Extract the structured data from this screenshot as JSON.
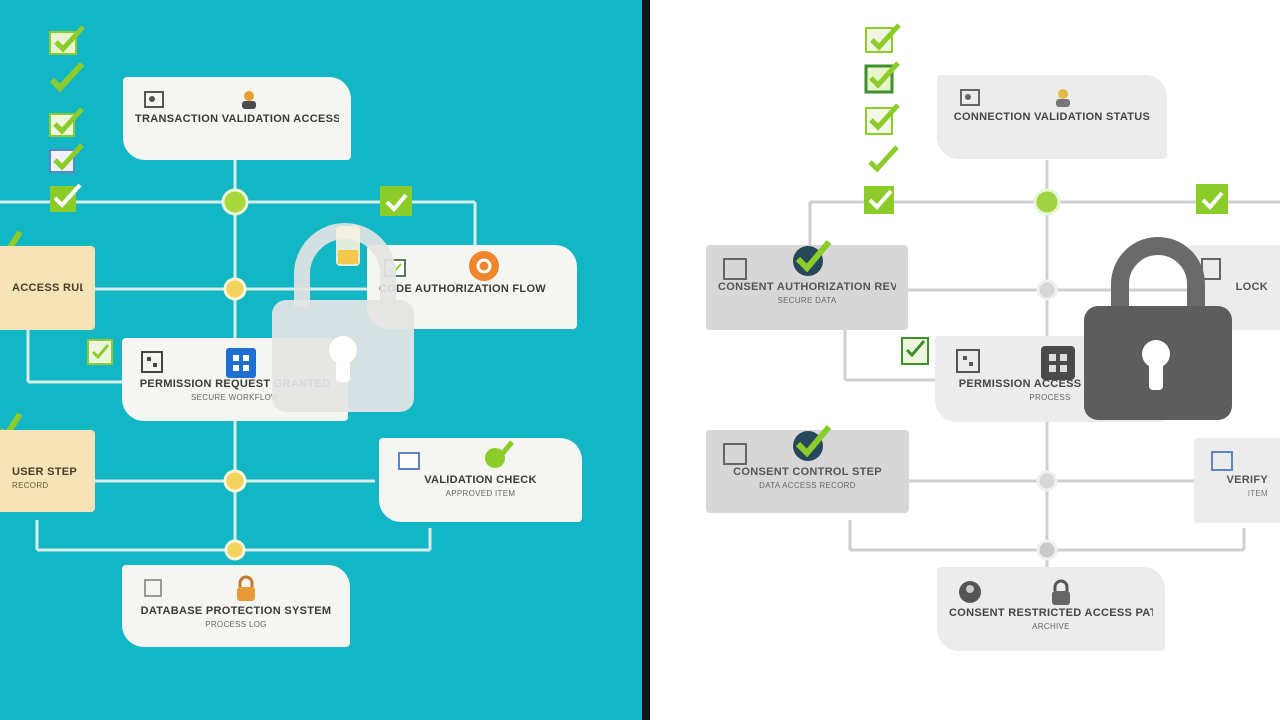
{
  "colors": {
    "left_background": "#13b6c4",
    "right_background": "#ffffff",
    "divider": "#111418",
    "card_white": "#f5f5f2",
    "card_cream": "#f6e3b8",
    "card_gray": "#d7d7d7",
    "card_light": "#ececec",
    "check_green": "#8ccc2a",
    "connector_left": "#cfe3df",
    "connector_right": "#c8c8c8",
    "node_yellow": "#f2d35c",
    "accent_orange": "#f0852a",
    "accent_blue": "#1f6fd1",
    "lock_light": "#e4e4e4",
    "lock_dark": "#5d5d5d"
  },
  "left_panel": {
    "cards": {
      "top": {
        "title": "TRANSACTION VALIDATION ACCESS",
        "subtitle": ""
      },
      "middle_right": {
        "title": "CODE AUTHORIZATION FLOW",
        "subtitle": ""
      },
      "left_upper": {
        "title": "ACCESS RULE",
        "subtitle": ""
      },
      "center": {
        "title": "PERMISSION REQUEST GRANTED",
        "subtitle": "SECURE WORKFLOW"
      },
      "left_lower": {
        "title": "USER STEP",
        "subtitle": "RECORD"
      },
      "right_lower": {
        "title": "VALIDATION CHECK",
        "subtitle": "APPROVED ITEM"
      },
      "bottom": {
        "title": "DATABASE PROTECTION SYSTEM",
        "subtitle": "PROCESS LOG"
      }
    },
    "icons": [
      "id-card-icon",
      "user-icon",
      "document-icon",
      "orange-gear-icon",
      "network-icon",
      "lock-icon",
      "check-icon"
    ]
  },
  "right_panel": {
    "cards": {
      "top": {
        "title": "CONNECTION VALIDATION STATUS",
        "subtitle": ""
      },
      "left_upper": {
        "title": "CONSENT AUTHORIZATION REVIEW",
        "subtitle": "SECURE DATA"
      },
      "right_upper": {
        "title": "LOCK",
        "subtitle": ""
      },
      "center": {
        "title": "PERMISSION ACCESS CONTROL",
        "subtitle": "PROCESS"
      },
      "left_lower": {
        "title": "CONSENT CONTROL STEP",
        "subtitle": "DATA ACCESS RECORD"
      },
      "right_lower": {
        "title": "VERIFY",
        "subtitle": "ITEM"
      },
      "bottom": {
        "title": "CONSENT RESTRICTED ACCESS PATH",
        "subtitle": "ARCHIVE"
      }
    },
    "icons": [
      "id-card-icon",
      "user-icon",
      "document-icon",
      "network-icon",
      "lock-icon",
      "check-icon"
    ]
  }
}
